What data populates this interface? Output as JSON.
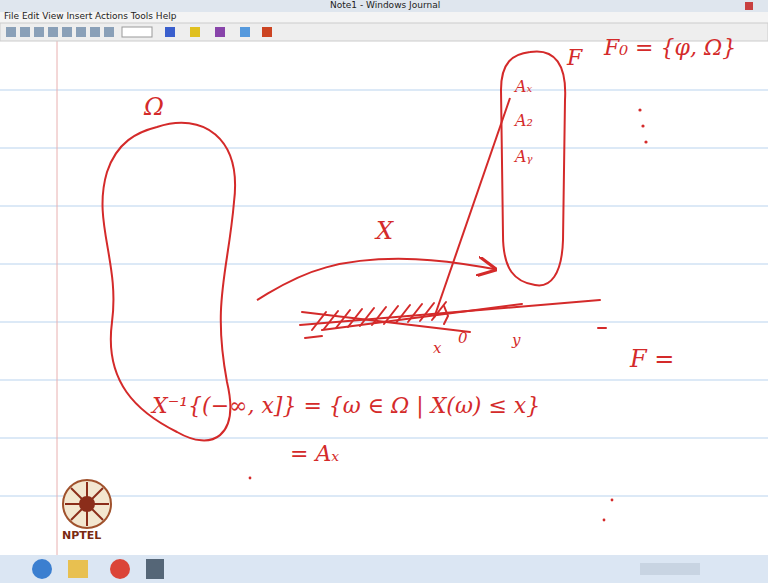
{
  "diagram": {
    "nodes": [
      {
        "text": [
          "Ω"
        ]
      },
      {
        "text": [
          "F",
          "Aₓ",
          "A₂",
          "Aᵧ"
        ]
      }
    ],
    "edges": [
      {
        "from": 0,
        "to": 1,
        "arrow": "to",
        "label": "X"
      }
    ],
    "labels": [
      "Note1 - Windows Journal",
      "File Edit View Insert Actions Tools Help",
      "F₀ = {φ, Ω}",
      "F =",
      "x",
      "0",
      "y",
      "X⁻¹{(−∞, x]} = {ω ∈ Ω | X(ω) ≤ x}",
      "= Aₓ",
      "NPTEL"
    ]
  }
}
